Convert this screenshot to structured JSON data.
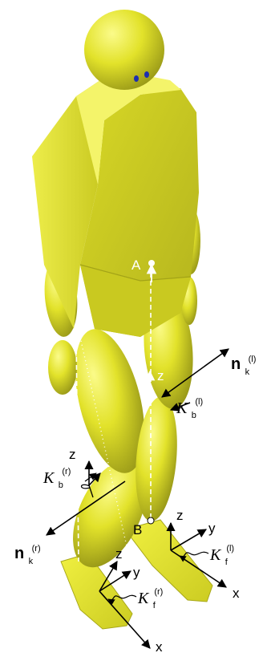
{
  "labels": {
    "point_a": "A",
    "point_b": "B",
    "n_knee_left": {
      "base": "n",
      "sub": "k",
      "sup": "(l)"
    },
    "n_knee_right": {
      "base": "n",
      "sub": "k",
      "sup": "(r)"
    },
    "frame_body_left": {
      "base": "K",
      "sub": "b",
      "sup": "(l)"
    },
    "frame_body_right": {
      "base": "K",
      "sub": "b",
      "sup": "(r)"
    },
    "frame_foot_left": {
      "base": "K",
      "sub": "f",
      "sup": "(l)"
    },
    "frame_foot_right": {
      "base": "K",
      "sub": "f",
      "sup": "(r)"
    },
    "axis_z": "z",
    "axis_y": "y",
    "axis_x": "x"
  },
  "colors": {
    "body": "#e2e22a",
    "body_highlight": "#fbfb8a",
    "body_shadow": "#8f8f16",
    "eye": "#1d2fb0",
    "line": "#000000"
  }
}
